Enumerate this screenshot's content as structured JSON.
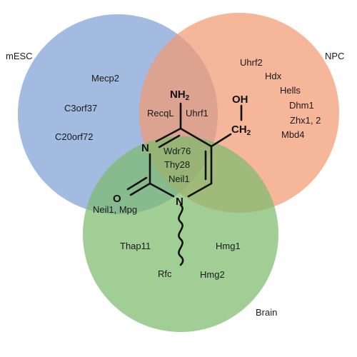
{
  "sets": {
    "mesc": {
      "label": "mESC",
      "color": "#7f9fd6"
    },
    "npc": {
      "label": "NPC",
      "color": "#f39a72"
    },
    "brain": {
      "label": "Brain",
      "color": "#7dbb6c"
    }
  },
  "regions": {
    "mesc_only": [
      "Mecp2",
      "C3orf37",
      "C20orf72"
    ],
    "npc_only": [
      "Uhrf2",
      "Hdx",
      "Hells",
      "Dhm1",
      "Zhx1, 2",
      "Mbd4"
    ],
    "brain_only": [
      "Thap11",
      "Hmg1",
      "Rfc",
      "Hmg2"
    ],
    "mesc_npc": [
      "RecqL",
      "Uhrf1"
    ],
    "mesc_brain": [
      "Neil1, Mpg"
    ],
    "all_three": [
      "Wdr76",
      "Thy28",
      "Neil1"
    ]
  },
  "molecule": {
    "amine_main": "NH",
    "amine_sub": "2",
    "hydroxyl": "OH",
    "methylene_main": "CH",
    "methylene_sub": "2",
    "ring_n_left": "N",
    "ring_n_bottom": "N",
    "carbonyl_o": "O"
  }
}
